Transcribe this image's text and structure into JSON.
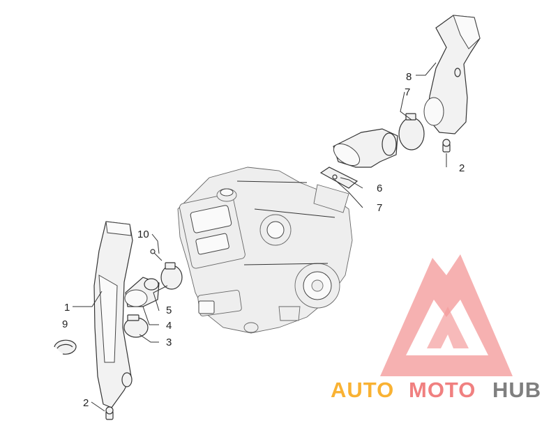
{
  "callouts": {
    "c1": "1",
    "c2a": "2",
    "c2b": "2",
    "c3": "3",
    "c4": "4",
    "c5": "5",
    "c6": "6",
    "c7a": "7",
    "c7b": "7",
    "c8": "8",
    "c9": "9",
    "c10": "10"
  },
  "watermark": {
    "part1": "AUTO",
    "part2": "MOTO",
    "part3": "HUB",
    "color_primary": "#f9b233",
    "color_secondary": "#f08080",
    "color_tertiary": "#7f7f7f"
  }
}
